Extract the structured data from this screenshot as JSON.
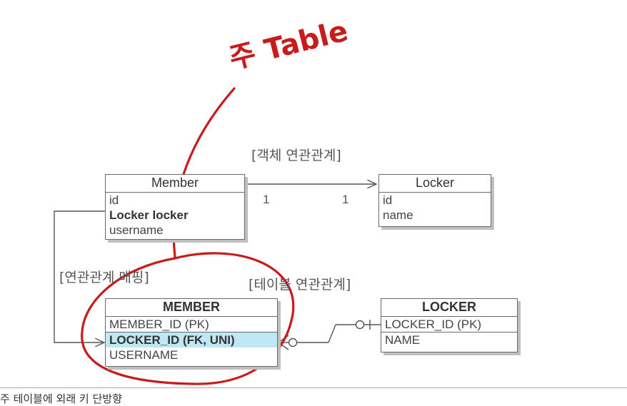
{
  "annotation": {
    "text": "주 Table",
    "color": "#c81b1b"
  },
  "labels": {
    "object_relation": "[객체 연관관계]",
    "mapping": "[연관관계 매핑]",
    "table_relation": "[테이블 연관관계]"
  },
  "multiplicity": {
    "left": "1",
    "right": "1"
  },
  "entities": {
    "member_class": {
      "title": "Member",
      "fields": [
        "id",
        "Locker locker",
        "username"
      ]
    },
    "locker_class": {
      "title": "Locker",
      "fields": [
        "id",
        "name"
      ]
    },
    "member_table": {
      "title": "MEMBER",
      "pk": "MEMBER_ID (PK)",
      "fields": [
        "LOCKER_ID (FK, UNI)",
        "USERNAME"
      ]
    },
    "locker_table": {
      "title": "LOCKER",
      "pk": "LOCKER_ID (PK)",
      "fields": [
        "NAME"
      ]
    }
  },
  "caption": "주 테이블에 외래 키 단방향",
  "colors": {
    "highlight": "#bfe8f4",
    "annotation": "#c81b1b",
    "box_border": "#6a6a6a"
  }
}
